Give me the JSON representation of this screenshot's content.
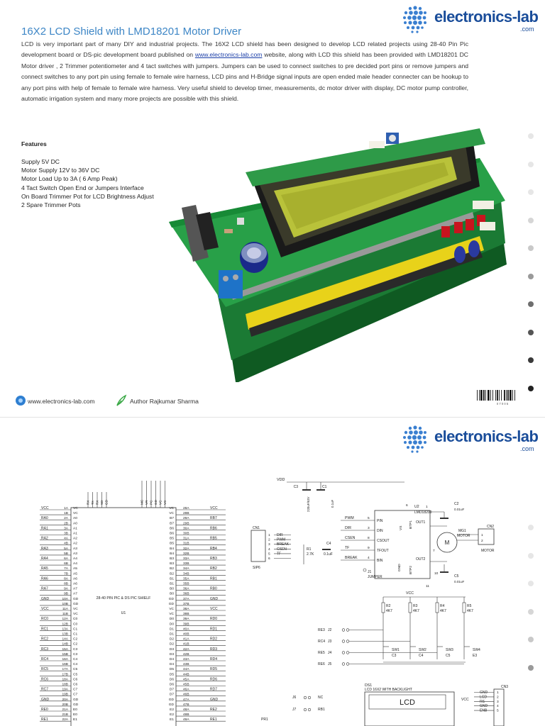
{
  "brand": {
    "logo_text": "electronics-lab",
    "logo_suffix": ".com"
  },
  "page1": {
    "title": "16X2 LCD Shield with LMD18201 Motor Driver",
    "intro_before_link": "LCD is very important part of many DIY and industrial projects. The 16X2 LCD shield has been designed to develop LCD related projects using 28-40 Pin Pic development board or  DS-pic development board published on ",
    "intro_link": "www.electronics-lab.com",
    "intro_after_link": " website, along with LCD this shield has been provided with LMD18201 DC Motor driver , 2 Trimmer potentiometer and 4 tact switches with jumpers. Jumpers can be used to connect switches  to pre decided port pins or remove jumpers and connect switches to any port pin using female to female wire harness, LCD pins and H-Bridge signal inputs are open ended male header connecter can be hookup  to any port pins with help of female to female wire harness. Very useful shield to develop timer, measurements, dc motor driver with display, DC motor pump controller, automatic irrigation system and many more projects are possible with this shield.",
    "features_heading": "Features",
    "features": [
      "Supply 5V DC",
      "Motor Supply 12V to 36V DC",
      "Motor Load Up to 3A ( 6 Amp Peak)",
      "4 Tact Switch Open End or Jumpers Interface",
      "On Board Trimmer Pot for LCD Brightness Adjust",
      "2 Spare Trimmer Pots"
    ],
    "footer_url": "www.electronics-lab.com",
    "footer_author": "Author Rajkumar Sharma",
    "barcode_text": "0 7 0 0 5",
    "nav_dot_colors": [
      "#e6e6e6",
      "#e6e6e6",
      "#e6e6e6",
      "#d6d6d6",
      "#c9c9c9",
      "#9a9a9a",
      "#6e6e6e",
      "#555555",
      "#3a3a3a",
      "#222222"
    ]
  },
  "schematic": {
    "header_title": "28-40 PIN PIC & DS PIC SHIELF",
    "header_ref": "U1",
    "left_pins": [
      [
        "VCC",
        "1A",
        "VC"
      ],
      [
        "",
        "1B",
        "VC"
      ],
      [
        "RA0",
        "2A",
        "A0"
      ],
      [
        "",
        "2B",
        "A0"
      ],
      [
        "RA1",
        "3A",
        "A1"
      ],
      [
        "",
        "3B",
        "A1"
      ],
      [
        "RA2",
        "4A",
        "A2"
      ],
      [
        "",
        "4B",
        "A2"
      ],
      [
        "RA3",
        "5A",
        "A3"
      ],
      [
        "",
        "5B",
        "A3"
      ],
      [
        "RA4",
        "6A",
        "A4"
      ],
      [
        "",
        "6B",
        "A4"
      ],
      [
        "RA5",
        "7A",
        "A5"
      ],
      [
        "",
        "7B",
        "A5"
      ],
      [
        "RA6",
        "8A",
        "A6"
      ],
      [
        "",
        "8B",
        "A6"
      ],
      [
        "RA7",
        "9A",
        "A7"
      ],
      [
        "",
        "9B",
        "A7"
      ],
      [
        "GND",
        "10A",
        "GD"
      ],
      [
        "",
        "10B",
        "GD"
      ],
      [
        "VCC",
        "11A",
        "VC"
      ],
      [
        "",
        "11B",
        "VC"
      ],
      [
        "RC0",
        "12A",
        "C0"
      ],
      [
        "",
        "12B",
        "C0"
      ],
      [
        "RC1",
        "13A",
        "C1"
      ],
      [
        "",
        "13B",
        "C1"
      ],
      [
        "RC2",
        "14A",
        "C2"
      ],
      [
        "",
        "14B",
        "C2"
      ],
      [
        "RC3",
        "15A",
        "C3"
      ],
      [
        "",
        "15B",
        "C3"
      ],
      [
        "RC4",
        "16A",
        "C4"
      ],
      [
        "",
        "16B",
        "C4"
      ],
      [
        "RC5",
        "17A",
        "C5"
      ],
      [
        "",
        "17B",
        "C5"
      ],
      [
        "RC6",
        "18A",
        "C6"
      ],
      [
        "",
        "18B",
        "C6"
      ],
      [
        "RC7",
        "19A",
        "C7"
      ],
      [
        "",
        "19B",
        "C7"
      ],
      [
        "GND",
        "20A",
        "GD"
      ],
      [
        "",
        "20B",
        "GD"
      ],
      [
        "RE0",
        "21A",
        "E0"
      ],
      [
        "",
        "21B",
        "E0"
      ],
      [
        "RE1",
        "22A",
        "E1"
      ]
    ],
    "right_pins": [
      [
        "VC",
        "28A",
        "VCC"
      ],
      [
        "VC",
        "28B",
        ""
      ],
      [
        "B7",
        "29A",
        "RB7"
      ],
      [
        "B7",
        "29B",
        ""
      ],
      [
        "B6",
        "30A",
        "RB6"
      ],
      [
        "B6",
        "30B",
        ""
      ],
      [
        "B5",
        "31A",
        "RB5"
      ],
      [
        "B5",
        "31B",
        ""
      ],
      [
        "B4",
        "32A",
        "RB4"
      ],
      [
        "B4",
        "32B",
        ""
      ],
      [
        "B3",
        "33A",
        "RB3"
      ],
      [
        "B3",
        "33B",
        ""
      ],
      [
        "B2",
        "34A",
        "RB2"
      ],
      [
        "B2",
        "34B",
        ""
      ],
      [
        "B1",
        "35A",
        "RB1"
      ],
      [
        "B1",
        "35B",
        ""
      ],
      [
        "B0",
        "36A",
        "RB0"
      ],
      [
        "B0",
        "36B",
        ""
      ],
      [
        "GD",
        "37A",
        "GND"
      ],
      [
        "GD",
        "37B",
        ""
      ],
      [
        "VC",
        "38A",
        "VCC"
      ],
      [
        "VC",
        "38B",
        ""
      ],
      [
        "D0",
        "39A",
        "RD0"
      ],
      [
        "D0",
        "39B",
        ""
      ],
      [
        "D1",
        "40A",
        "RD1"
      ],
      [
        "D1",
        "40B",
        ""
      ],
      [
        "D2",
        "41A",
        "RD2"
      ],
      [
        "D2",
        "41B",
        ""
      ],
      [
        "D3",
        "42A",
        "RD3"
      ],
      [
        "D3",
        "42B",
        ""
      ],
      [
        "D4",
        "43A",
        "RD4"
      ],
      [
        "D4",
        "43B",
        ""
      ],
      [
        "D5",
        "44A",
        "RD5"
      ],
      [
        "D5",
        "44B",
        ""
      ],
      [
        "D6",
        "45A",
        "RD6"
      ],
      [
        "D6",
        "45B",
        ""
      ],
      [
        "D7",
        "46A",
        "RD7"
      ],
      [
        "D7",
        "46B",
        ""
      ],
      [
        "GD",
        "47A",
        "GND"
      ],
      [
        "GD",
        "47B",
        ""
      ],
      [
        "E2",
        "48A",
        "RE2"
      ],
      [
        "E2",
        "48B",
        ""
      ],
      [
        "E1",
        "49A",
        "RE1"
      ]
    ],
    "top_left_pins": [
      "RX",
      "TX",
      "RX",
      "SD",
      "GD"
    ],
    "top_right_pins": [
      "MC",
      "VR",
      "PC",
      "GD",
      "VC",
      "VC"
    ],
    "motor_block": {
      "vdd": "VDD",
      "c3": "C3",
      "c3_val": "220uF/63V",
      "c1": "C1",
      "c1_val": "0.1uF",
      "u2": "U2",
      "u2_part": "LMD18200",
      "c2": "C2",
      "c2_val": "0.01uF",
      "out1": "OUT1",
      "out2": "OUT2",
      "bstp1": "BTP1",
      "bstp2": "BTP2",
      "vs": "VS",
      "gnd": "GND",
      "pins": [
        [
          "PWM",
          "5",
          "PIN"
        ],
        [
          "DIR",
          "3",
          "DIN"
        ],
        [
          "CSEN",
          "8",
          "CSOUT"
        ],
        [
          "TF",
          "9",
          "TFOUT"
        ],
        [
          "BREAK",
          "4",
          "BIN"
        ]
      ],
      "pin_nums": [
        "6",
        "1",
        "7",
        "11",
        "10"
      ],
      "mg1": "MG1",
      "motor_lbl": "MOTOR",
      "motor_letter": "M",
      "cn2": "CN2",
      "cn2_pins": [
        "1",
        "2"
      ],
      "motor2": "MOTOR",
      "cn1": "CN1",
      "cn1_pins": [
        [
          "1",
          "DIR"
        ],
        [
          "2",
          "PWM"
        ],
        [
          "3",
          "BREAK"
        ],
        [
          "4",
          "CSEN"
        ],
        [
          "5",
          "TF"
        ],
        [
          "6",
          ""
        ]
      ],
      "sip6": "SIP6",
      "r1": "R1",
      "r1_val": "2.7K",
      "c4": "C4",
      "c4_val": "0.1uF",
      "j1": "J1",
      "jumper": "JUMPER",
      "c5": "C5",
      "c5_val": "0.01uF"
    },
    "switch_block": {
      "vcc": "VCC",
      "resistors": [
        [
          "R2",
          "4K7"
        ],
        [
          "R3",
          "4K7"
        ],
        [
          "R4",
          "4K7"
        ],
        [
          "R5",
          "4K7"
        ]
      ],
      "jumpers": [
        [
          "RE3",
          "J2"
        ],
        [
          "RC4",
          "J3"
        ],
        [
          "RE5",
          "J4"
        ],
        [
          "RE6",
          "J5"
        ]
      ],
      "switches": [
        [
          "SW1",
          "C3"
        ],
        [
          "SW2",
          "C4"
        ],
        [
          "SW3",
          "C5"
        ],
        [
          "SW4",
          "E3"
        ]
      ]
    },
    "lcd_block": {
      "ds1": "DS1",
      "desc": "LCD 16X2 WITH BACKLIGHT",
      "lcd": "LCD",
      "vcc": "VCC",
      "cn3": "CN3",
      "pins": [
        [
          "GND",
          "1"
        ],
        [
          "LCD",
          "2"
        ],
        [
          "RS",
          "3"
        ],
        [
          "GND",
          "4"
        ],
        [
          "ENB",
          "5"
        ]
      ]
    },
    "spare": {
      "j6": "J6",
      "nc": "NC",
      "j7": "J7",
      "rb1": "RB1",
      "pr1": "PR1"
    }
  }
}
